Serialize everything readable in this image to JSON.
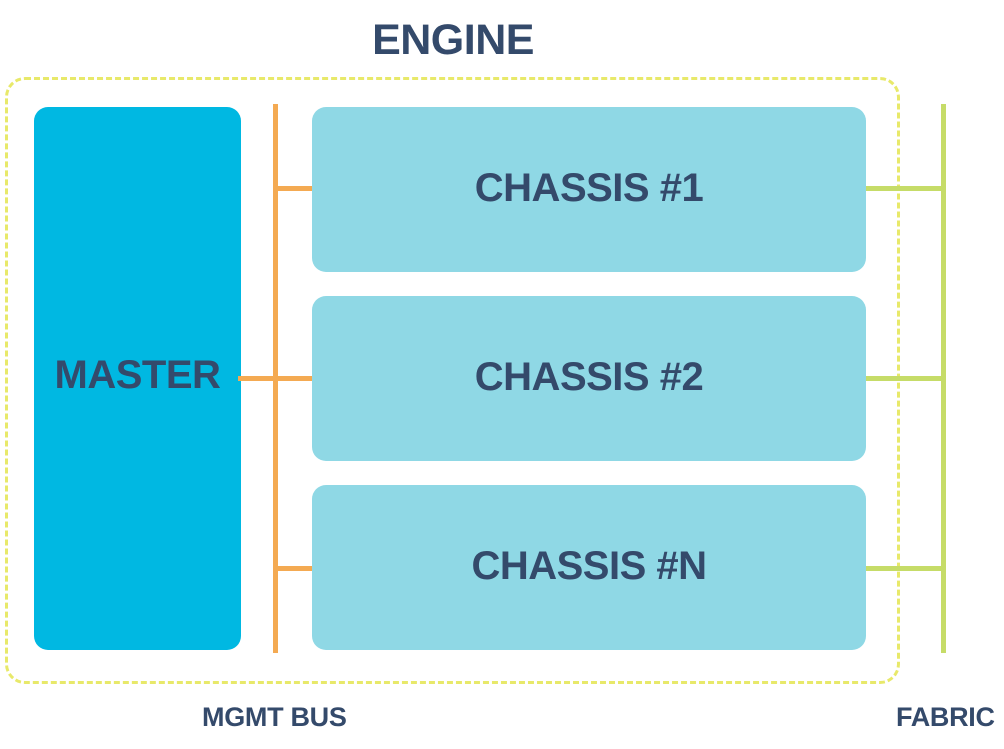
{
  "title": "ENGINE",
  "master": {
    "label": "MASTER"
  },
  "chassis": [
    {
      "label": "CHASSIS #1"
    },
    {
      "label": "CHASSIS #2"
    },
    {
      "label": "CHASSIS #N"
    }
  ],
  "buses": {
    "mgmt_label": "MGMT BUS",
    "fabric_label": "FABRIC"
  },
  "colors": {
    "text": "#344a6b",
    "engine_border": "#e8e96a",
    "master_fill": "#00b8e2",
    "chassis_fill": "#8fd8e5",
    "mgmt_bus": "#f4aa52",
    "fabric": "#c6dc68"
  }
}
